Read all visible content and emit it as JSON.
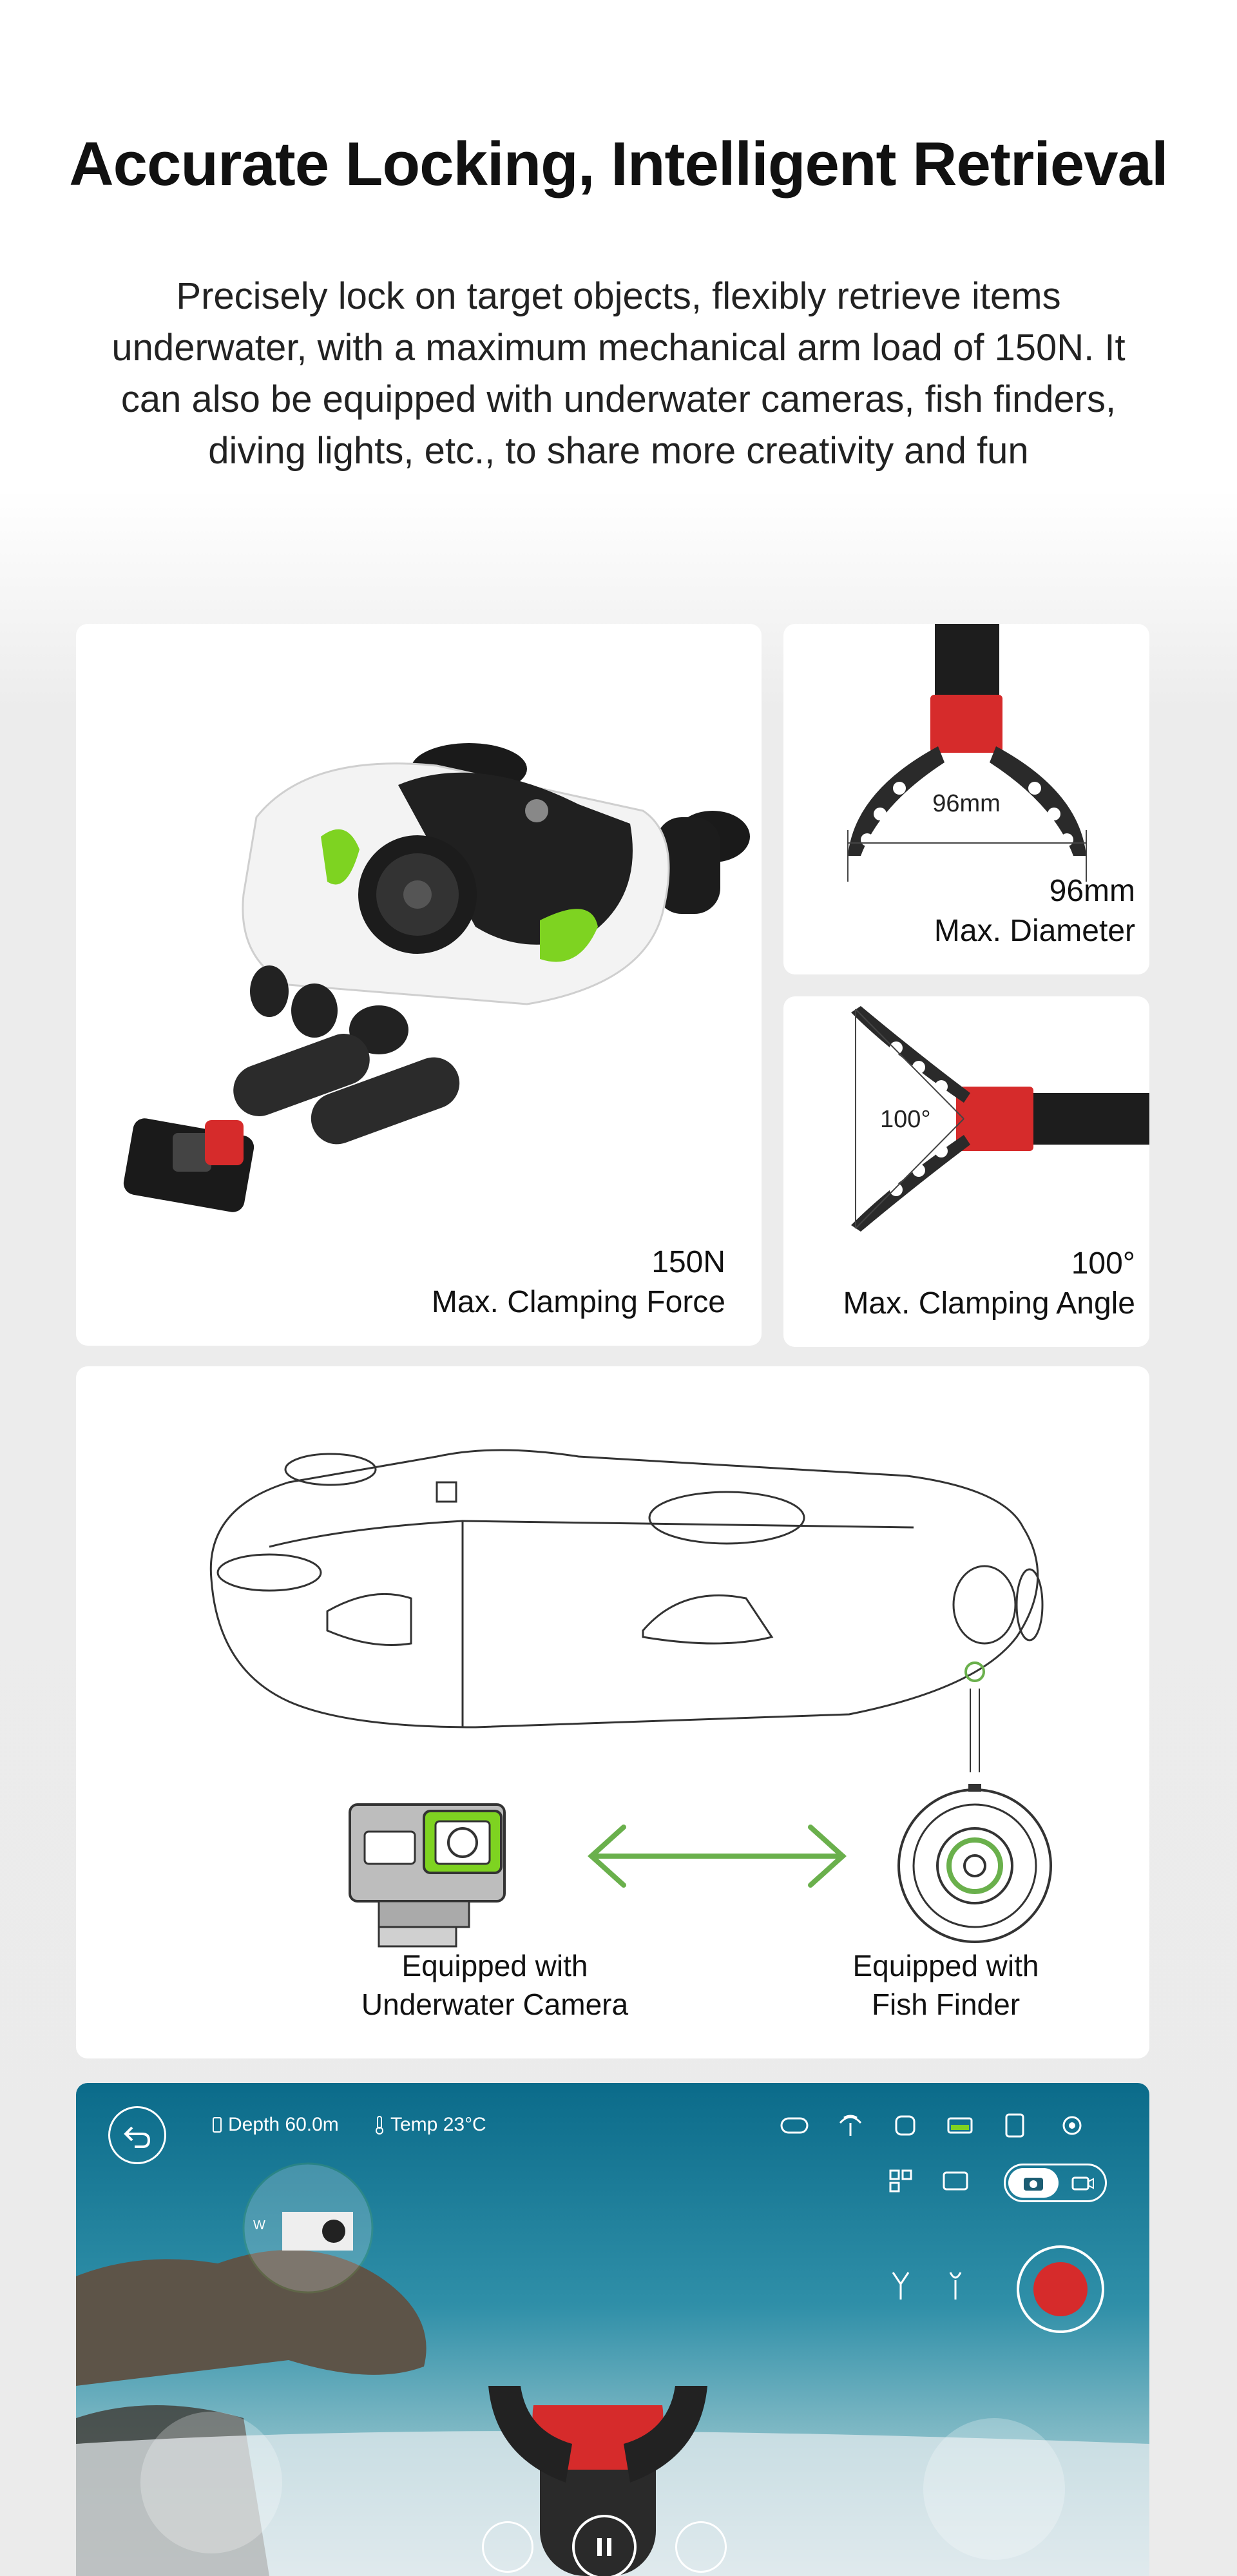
{
  "heading": "Accurate Locking, Intelligent Retrieval",
  "intro": "Precisely lock on target objects, flexibly retrieve items underwater, with a maximum mechanical arm load of 150N. It can also be equipped with underwater cameras, fish finders, diving lights, etc., to share more creativity and fun",
  "clamp": {
    "value": "150N",
    "label": "Max. Clamping Force"
  },
  "diameter": {
    "value": "96mm",
    "label": "Max. Diameter",
    "diagram_label": "96mm"
  },
  "angle": {
    "value": "100°",
    "label": "Max. Clamping Angle",
    "diagram_label": "100°"
  },
  "equip": {
    "camera_line1": "Equipped with",
    "camera_line2": "Underwater Camera",
    "fish_line1": "Equipped with",
    "fish_line2": "Fish Finder"
  },
  "app": {
    "depth": "Depth 60.0m",
    "temp": "Temp 23°C",
    "compass_w": "W",
    "icons": [
      "back-icon",
      "battery-icon",
      "thermometer-icon",
      "gamepad-icon",
      "signal-icon",
      "mode-icon",
      "battery-card-icon",
      "remote-icon",
      "settings-icon",
      "grid-icon",
      "photo-icon",
      "camera-icon",
      "video-icon",
      "claw-open-icon",
      "claw-close-icon",
      "record-icon",
      "pause-icon"
    ]
  },
  "colors": {
    "accent_green": "#6ab04c",
    "robot_green": "#7ed321",
    "clamp_red": "#d62b2b",
    "water_top": "#0b6b8a",
    "water_bottom": "#cfe3e8"
  }
}
